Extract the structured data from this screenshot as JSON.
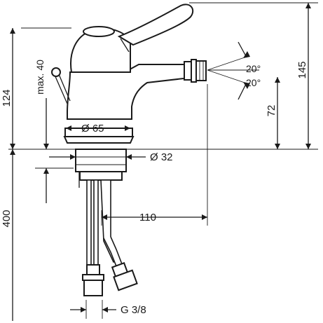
{
  "dimensions": {
    "d124": "124",
    "max40": "max. 40",
    "d145": "145",
    "angle_top": "20°",
    "angle_bottom": "20°",
    "d72": "72",
    "dia65": "Ø 65",
    "dia32": "Ø 32",
    "d400": "400",
    "d110": "110",
    "thread": "G 3/8"
  },
  "colors": {
    "line": "#1a1a1a",
    "background": "#ffffff"
  }
}
